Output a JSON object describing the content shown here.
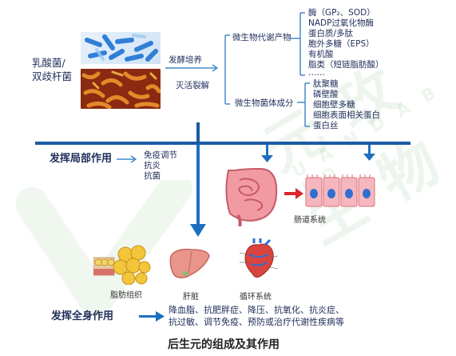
{
  "bacteria": {
    "label_line1": "乳酸菌/",
    "label_line2": "双歧杆菌"
  },
  "processes": {
    "fermentation": "发酵培养",
    "inactivation": "灭活裂解"
  },
  "categories": {
    "metabolites": "微生物代谢产物",
    "cell_components": "微生物菌体成分"
  },
  "metabolite_items": [
    "酶（GP₂、SOD）",
    "NADP过氧化物酶",
    "蛋白质/多肽",
    "胞外多糖（EPS）",
    "有机酸",
    "脂类（短链脂肪酸）",
    "……"
  ],
  "component_items": [
    "肽聚糖",
    "磷壁酸",
    "细胞壁多糖",
    "细胞表面相关蛋白",
    "蛋白丝"
  ],
  "local": {
    "label": "发挥局部作用",
    "effects": [
      "免疫调节",
      "抗炎",
      "抗菌"
    ]
  },
  "organs": {
    "intestine": "肠道系统",
    "adipose": "脂肪组织",
    "liver": "肝脏",
    "circulatory": "循环系统"
  },
  "systemic": {
    "label": "发挥全身作用",
    "effects_line1": "降血脂、抗肥胖症、降压、抗氧化、抗炎症、",
    "effects_line2": "抗过敏、调节免疫、预防或治疗代谢性疾病等"
  },
  "title": "后生元的组成及其作用",
  "colors": {
    "arrow_blue": "#1f6fc0",
    "bar_blue": "#1b5aa6",
    "text_navy": "#1f2d5a",
    "red_arrow": "#d8262b"
  }
}
